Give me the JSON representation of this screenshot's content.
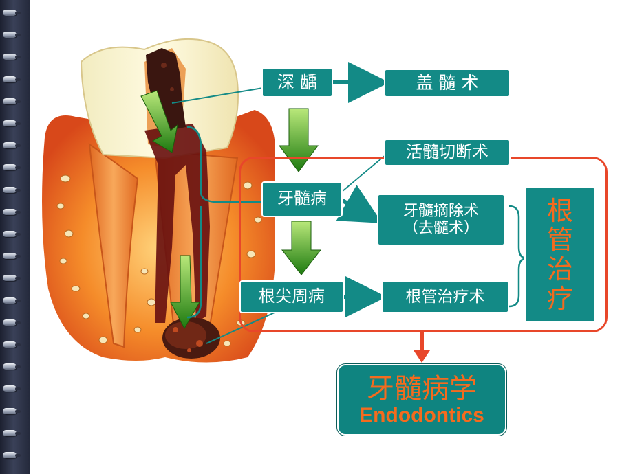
{
  "diagram": {
    "nodes": {
      "deep_caries": "深 龋",
      "pulp_capping": "盖 髓 术",
      "pulpotomy": "活髓切断术",
      "pulp_disease": "牙髓病",
      "pulpectomy_line1": "牙髓摘除术",
      "pulpectomy_line2": "（去髓术）",
      "periapical_disease": "根尖周病",
      "root_canal_therapy": "根管治疗术",
      "root_canal_treatment_vertical": [
        "根",
        "管",
        "治",
        "疗"
      ],
      "endodontics_cn": "牙髓病学",
      "endodontics_en": "Endodontics"
    },
    "colors": {
      "box_fill": "#138a86",
      "accent_orange": "#f46b1e",
      "frame_red": "#e8472a",
      "arrow_green": "#2f8f1c"
    }
  }
}
